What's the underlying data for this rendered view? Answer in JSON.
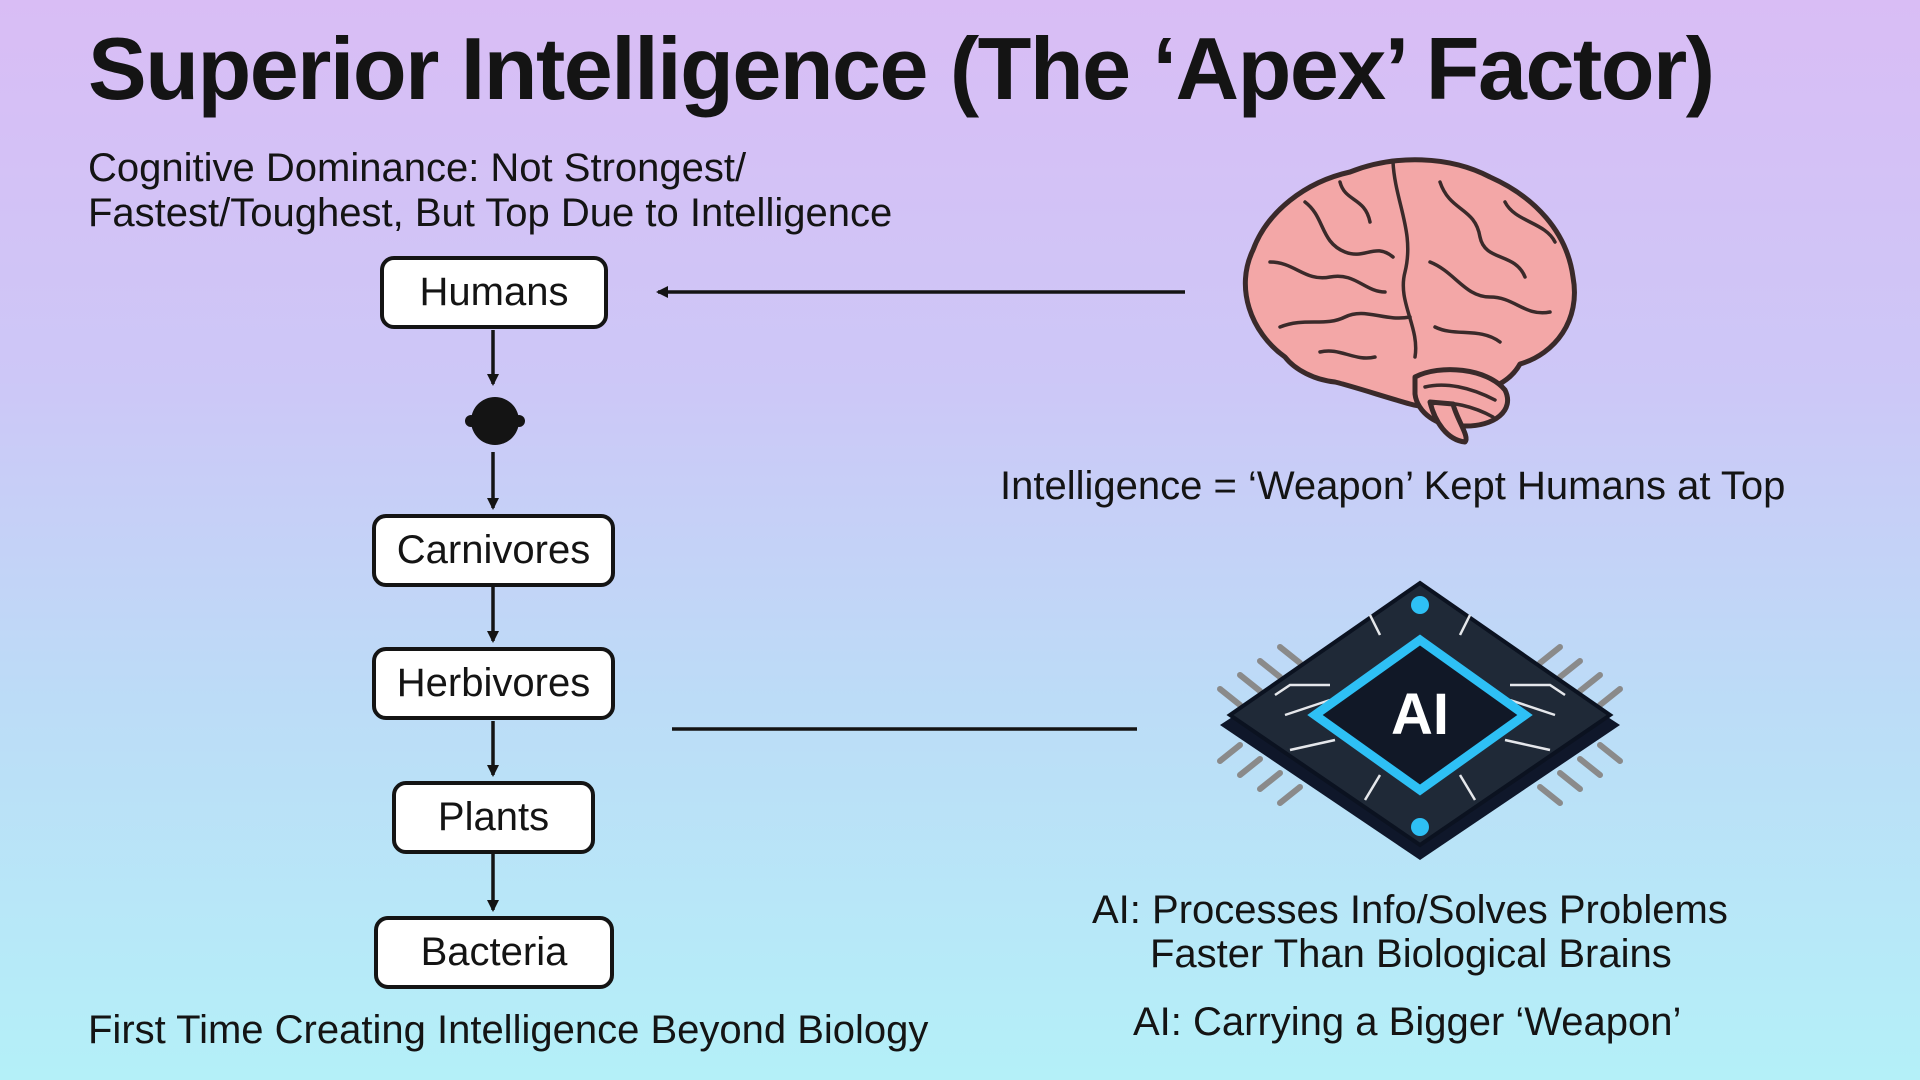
{
  "title": "Superior Intelligence (The ‘Apex’ Factor)",
  "subtitle": "Cognitive Dominance: Not Strongest/ Fastest/Toughest, But Top Due to Intelligence",
  "hierarchy": [
    {
      "label": "Humans"
    },
    {
      "label": "Carnivores"
    },
    {
      "label": "Herbivores"
    },
    {
      "label": "Plants"
    },
    {
      "label": "Bacteria"
    }
  ],
  "footer_left": "First Time Creating Intelligence Beyond Biology",
  "brain_caption": "Intelligence = ‘Weapon’ Kept Humans at Top",
  "chip": {
    "label": "AI",
    "caption_line1": "AI: Processes Info/Solves Problems",
    "caption_line2": "Faster Than Biological Brains",
    "caption_2": "AI: Carrying a Bigger ‘Weapon’"
  },
  "colors": {
    "brain": "#f3a7a7",
    "chip_body": "#1f2937",
    "chip_accent": "#2ec0f5"
  },
  "icons": [
    "brain-icon",
    "ai-chip-icon",
    "bullet-dot-icon",
    "arrow-down-icon",
    "arrow-left-icon"
  ]
}
